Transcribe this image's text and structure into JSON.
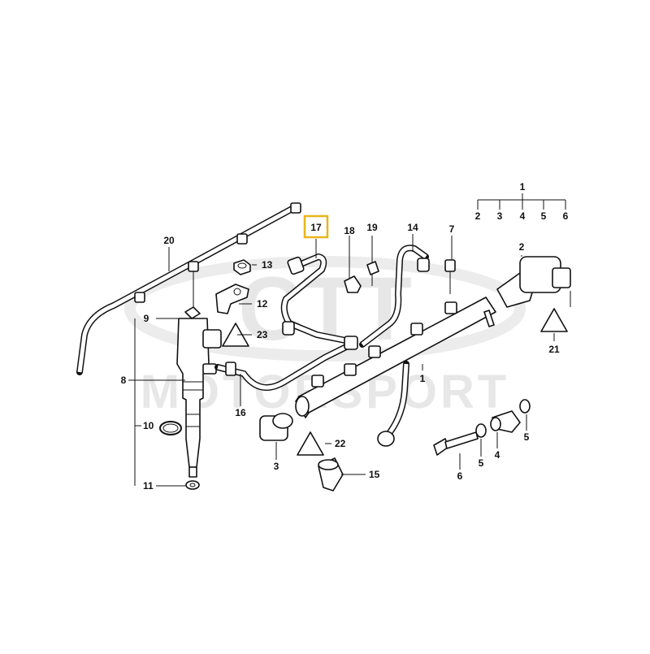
{
  "watermark": {
    "brand": "CTT",
    "subtitle": "MOTORSPORT"
  },
  "highlight_color": "#e8b51a",
  "labels": {
    "l1_top": "1",
    "l2_top": "2",
    "l3_top": "3",
    "l4_top": "4",
    "l5_top": "5",
    "l6_top": "6",
    "l1": "1",
    "l2": "2",
    "l3": "3",
    "l4": "4",
    "l5": "5",
    "l5b": "5",
    "l6": "6",
    "l7": "7",
    "l8": "8",
    "l9": "9",
    "l10": "10",
    "l11": "11",
    "l12": "12",
    "l13": "13",
    "l14": "14",
    "l15": "15",
    "l16": "16",
    "l17": "17",
    "l18": "18",
    "l19": "19",
    "l20": "20",
    "l21": "21",
    "l22": "22",
    "l23": "23"
  },
  "warning_symbol_text": "⚠",
  "icons": [
    "warning-triangle-icon"
  ]
}
